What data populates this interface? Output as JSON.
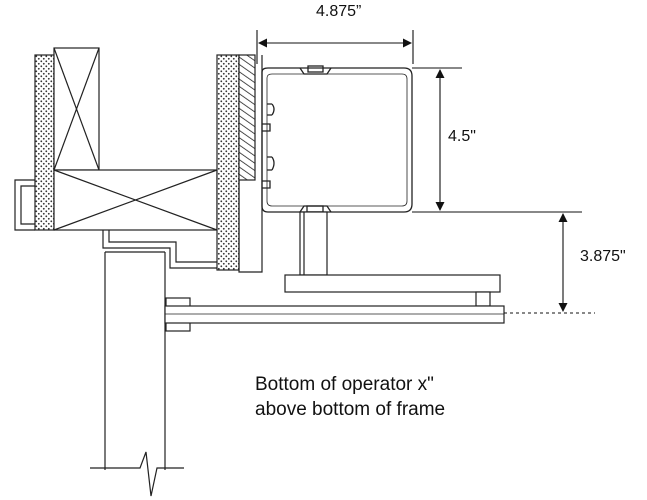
{
  "dimensions": {
    "header_width": "4.875”",
    "header_height": "4.5\"",
    "operator_offset": "3.875\""
  },
  "note": {
    "line1": "Bottom of operator x\"",
    "line2": "above bottom of frame"
  },
  "colors": {
    "line": "#222222",
    "stipple": "#333333",
    "background": "#ffffff"
  }
}
